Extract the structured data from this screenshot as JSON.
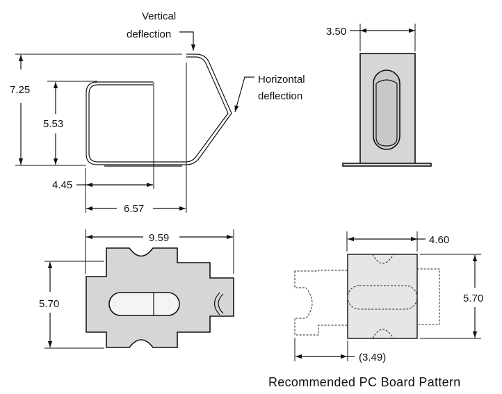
{
  "labels": {
    "vertical_deflection": [
      "Vertical",
      "deflection"
    ],
    "horizontal_deflection": [
      "Horizontal",
      "deflection"
    ],
    "caption": "Recommended PC Board Pattern"
  },
  "dimensions": {
    "height_total": "7.25",
    "height_inner": "5.53",
    "width_inner": "4.45",
    "width_outer": "6.57",
    "tab_width": "3.50",
    "flat_length": "9.59",
    "flat_height": "5.70",
    "pad_width": "4.60",
    "pad_height": "5.70",
    "pad_offset": "(3.49)"
  }
}
